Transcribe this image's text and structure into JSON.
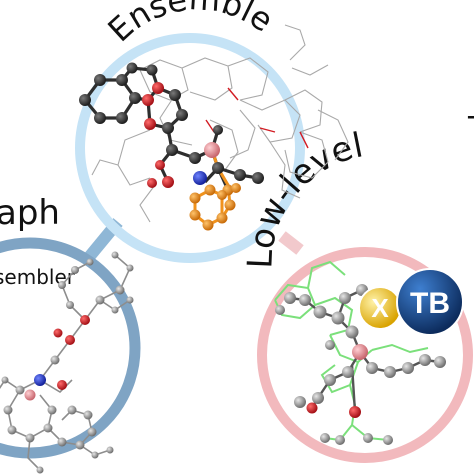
{
  "labels": {
    "ensemble": "Ensemble",
    "graph": "aph",
    "assembler": "sembler",
    "low_level": "Low-level"
  },
  "badges": {
    "x": "X",
    "tb": "TB"
  },
  "colors": {
    "ensemble_ring": "#c5e3f6",
    "graph_ring": "#7fa4c4",
    "low_level_ring": "#f2b9bd",
    "connector_blue": "#8fb7d6",
    "connector_pink": "#f2c9cc",
    "atom_gray": "#8f8f8f",
    "atom_dark": "#3a3a3a",
    "atom_red": "#d21d24",
    "atom_blue": "#1f36c9",
    "atom_pink": "#e89aa0",
    "atom_orange": "#f0921c",
    "atom_green": "#7be07b",
    "x_badge": "#f1c232",
    "tb_badge": "#1d4f8f"
  },
  "icons": {
    "ensemble_molecule": "molecule-ensemble-icon",
    "graph_molecule": "molecule-graph-icon",
    "lowlevel_molecule": "molecule-lowlevel-icon"
  }
}
